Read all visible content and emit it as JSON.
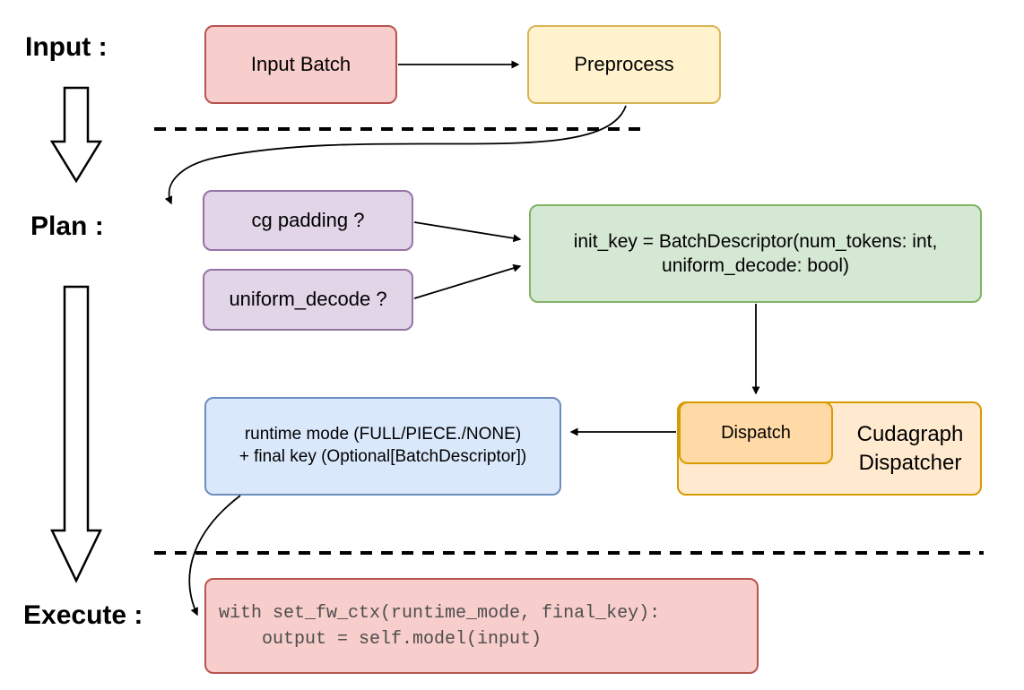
{
  "stage_labels": {
    "input": "Input :",
    "plan": "Plan :",
    "execute": "Execute :"
  },
  "nodes": {
    "input_batch": "Input Batch",
    "preprocess": "Preprocess",
    "cg_padding": "cg padding ?",
    "uniform_decode": "uniform_decode ?",
    "init_key_line1": "init_key = BatchDescriptor(num_tokens: int,",
    "init_key_line2": "uniform_decode: bool)",
    "dispatch": "Dispatch",
    "cudagraph_line1": "Cudagraph",
    "cudagraph_line2": "Dispatcher",
    "runtime_line1": "runtime mode (FULL/PIECE./NONE)",
    "runtime_line2": "+ final key (Optional[BatchDescriptor])",
    "code_line1": "with set_fw_ctx(runtime_mode, final_key):",
    "code_line2": "    output = self.model(input)"
  },
  "colors": {
    "red_fill": "#f8cecc",
    "red_stroke": "#b85450",
    "yellow_fill": "#fff2cc",
    "yellow_stroke": "#d6b656",
    "purple_fill": "#e1d5e7",
    "purple_stroke": "#9673a6",
    "green_fill": "#d5e8d4",
    "green_stroke": "#82b366",
    "blue_fill": "#dae8fc",
    "blue_stroke": "#6c8ebf",
    "orange_fill": "#ffd9a6",
    "orange_outer_fill": "#ffe9cf",
    "orange_stroke": "#d79b00",
    "arrow": "#000000",
    "code_text": "#4d4d4d"
  }
}
